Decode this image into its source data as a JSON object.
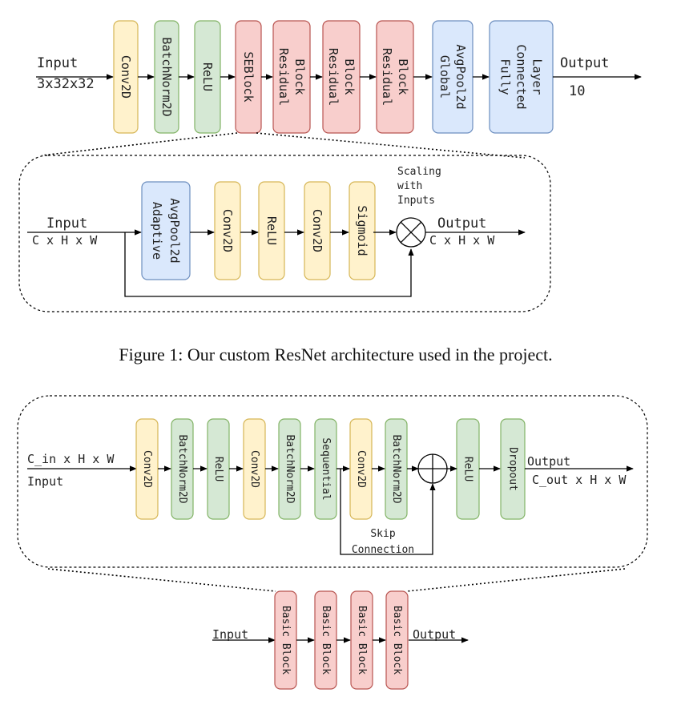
{
  "fig1": {
    "input_label": "Input",
    "input_dims": "3x32x32",
    "output_label": "Output",
    "output_dims": "10",
    "blocks": [
      {
        "lines": [
          "Conv2D"
        ],
        "color": "yellow"
      },
      {
        "lines": [
          "BatchNorm2D"
        ],
        "color": "green"
      },
      {
        "lines": [
          "ReLU"
        ],
        "color": "green"
      },
      {
        "lines": [
          "SEBlock"
        ],
        "color": "red"
      },
      {
        "lines": [
          "Residual",
          "Block"
        ],
        "color": "red"
      },
      {
        "lines": [
          "Residual",
          "Block"
        ],
        "color": "red"
      },
      {
        "lines": [
          "Residual",
          "Block"
        ],
        "color": "red"
      },
      {
        "lines": [
          "Global",
          "AvgPool2d"
        ],
        "color": "blue"
      },
      {
        "lines": [
          "Fully",
          "Connected",
          "Layer"
        ],
        "color": "blue"
      }
    ],
    "se": {
      "input_label": "Input",
      "input_dims": "C x H x W",
      "output_label": "Output",
      "output_dims": "C x H x W",
      "scaling_note": [
        "Scaling",
        "with",
        "Inputs"
      ],
      "blocks": [
        {
          "lines": [
            "Adaptive",
            "AvgPool2d"
          ],
          "color": "blue"
        },
        {
          "lines": [
            "Conv2D"
          ],
          "color": "yellow"
        },
        {
          "lines": [
            "ReLU"
          ],
          "color": "yellow"
        },
        {
          "lines": [
            "Conv2D"
          ],
          "color": "yellow"
        },
        {
          "lines": [
            "Sigmoid"
          ],
          "color": "yellow"
        }
      ]
    },
    "caption": "Figure 1: Our custom ResNet architecture used in the project."
  },
  "fig2": {
    "basic": {
      "input_top": "C_in x H x W",
      "input_bottom": "Input",
      "output_top": "Output",
      "output_bottom": "C_out x H x W",
      "skip_note": [
        "Skip",
        "Connection"
      ],
      "blocks": [
        {
          "lines": [
            "Conv2D"
          ],
          "color": "yellow"
        },
        {
          "lines": [
            "BatchNorm2D"
          ],
          "color": "green"
        },
        {
          "lines": [
            "ReLU"
          ],
          "color": "green"
        },
        {
          "lines": [
            "Conv2D"
          ],
          "color": "yellow"
        },
        {
          "lines": [
            "BatchNorm2D"
          ],
          "color": "green"
        },
        {
          "lines": [
            "Sequential"
          ],
          "color": "green"
        },
        {
          "lines": [
            "Conv2D"
          ],
          "color": "yellow"
        },
        {
          "lines": [
            "BatchNorm2D"
          ],
          "color": "green"
        },
        {
          "lines": [
            "ReLU"
          ],
          "color": "green"
        },
        {
          "lines": [
            "Dropout"
          ],
          "color": "green"
        }
      ]
    },
    "residual": {
      "input_label": "Input",
      "output_label": "Output",
      "blocks": [
        {
          "lines": [
            "Basic Block"
          ],
          "color": "red"
        },
        {
          "lines": [
            "Basic Block"
          ],
          "color": "red"
        },
        {
          "lines": [
            "Basic Block"
          ],
          "color": "red"
        },
        {
          "lines": [
            "Basic Block"
          ],
          "color": "red"
        }
      ]
    }
  },
  "colors": {
    "yellow": {
      "fill": "#fff2cc",
      "stroke": "#d6b656"
    },
    "green": {
      "fill": "#d5e8d4",
      "stroke": "#82b366"
    },
    "red": {
      "fill": "#f8cecc",
      "stroke": "#b85450"
    },
    "blue": {
      "fill": "#dae8fc",
      "stroke": "#6c8ebf"
    },
    "line": "#000000"
  }
}
